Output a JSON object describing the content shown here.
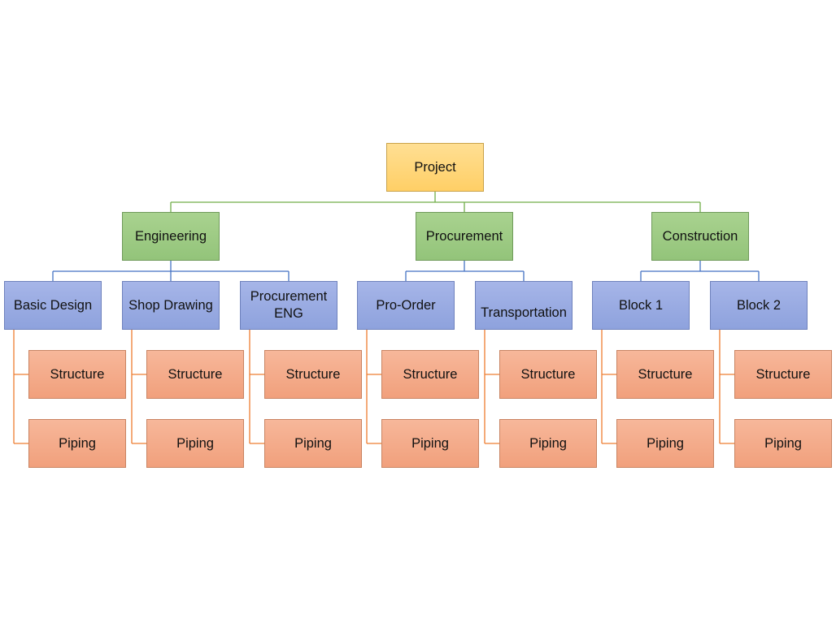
{
  "colors": {
    "root_connector": "#70ad47",
    "branch_connector": "#4472c4",
    "leaf_connector": "#ed7d31"
  },
  "root": {
    "label": "Project"
  },
  "branches": [
    {
      "label": "Engineering",
      "children": [
        {
          "label": "Basic Design",
          "items": [
            "Structure",
            "Piping"
          ]
        },
        {
          "label": "Shop Drawing",
          "items": [
            "Structure",
            "Piping"
          ]
        },
        {
          "label": "Procurement\nENG",
          "items": [
            "Structure",
            "Piping"
          ]
        }
      ]
    },
    {
      "label": "Procurement",
      "children": [
        {
          "label": "Pro-Order",
          "items": [
            "Structure",
            "Piping"
          ]
        },
        {
          "label": "Transportation",
          "items": [
            "Structure",
            "Piping"
          ]
        }
      ]
    },
    {
      "label": "Construction",
      "children": [
        {
          "label": "Block 1",
          "items": [
            "Structure",
            "Piping"
          ]
        },
        {
          "label": "Block 2",
          "items": [
            "Structure",
            "Piping"
          ]
        }
      ]
    }
  ]
}
